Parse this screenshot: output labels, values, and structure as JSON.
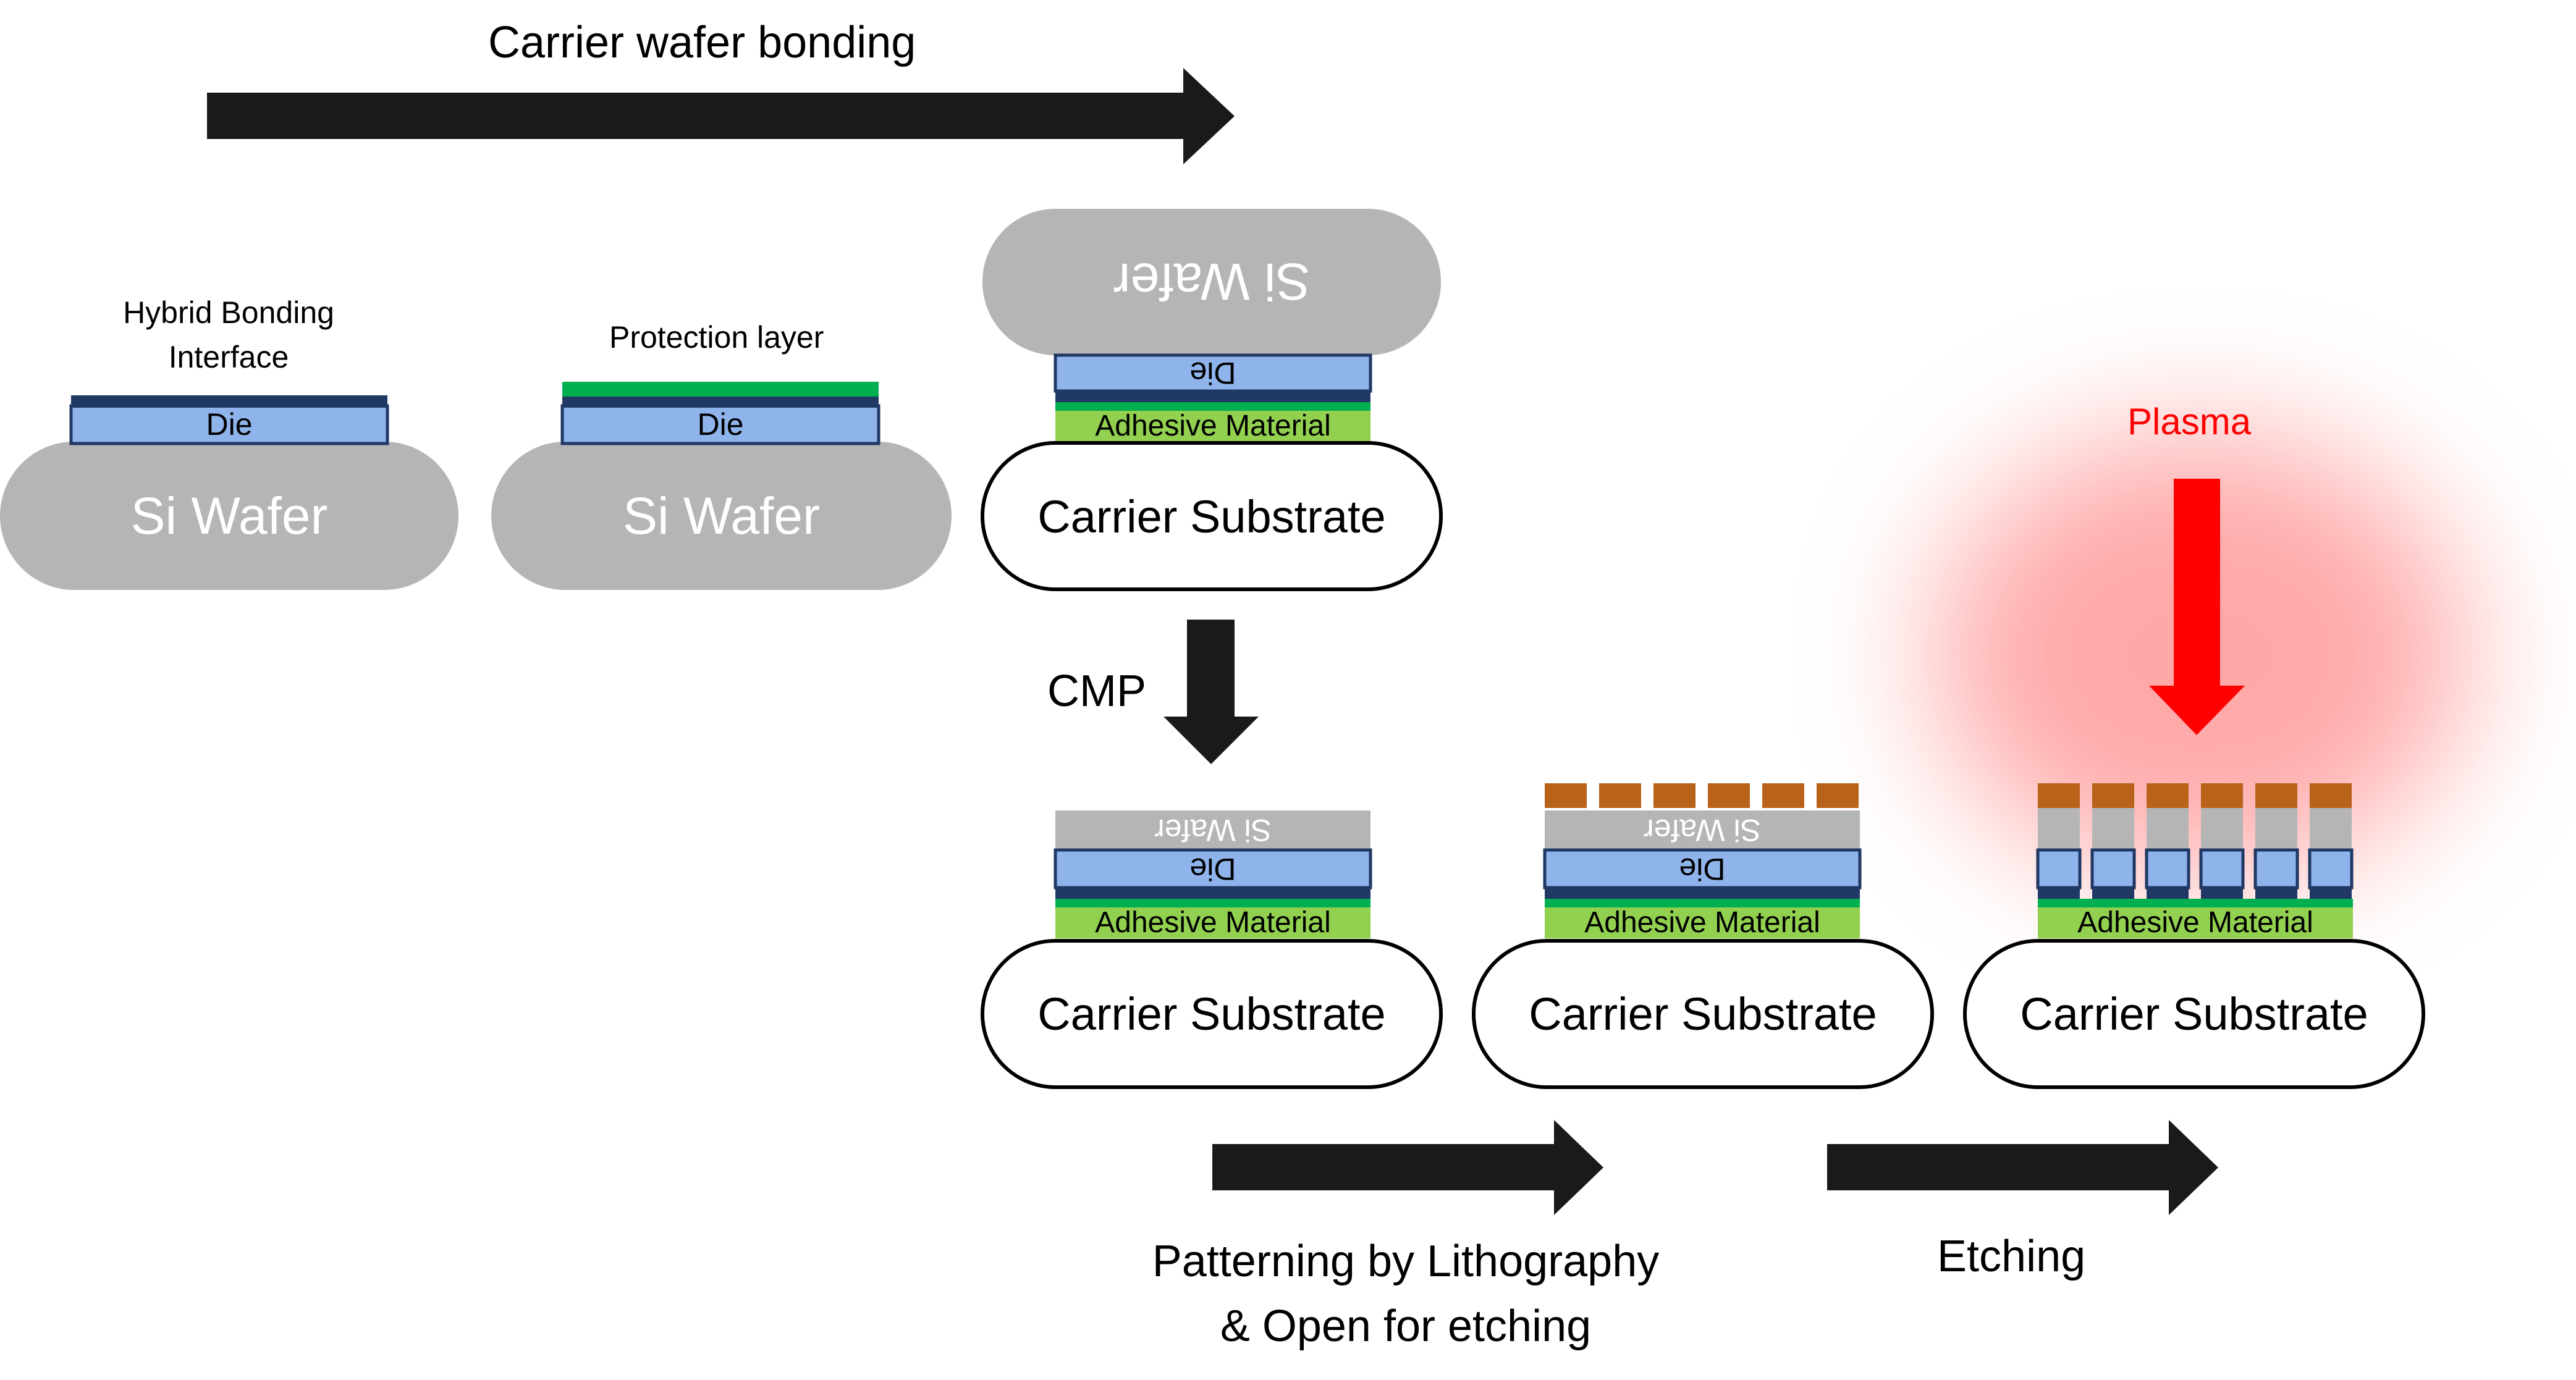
{
  "labels": {
    "carrier_bonding": "Carrier wafer bonding",
    "hybrid_bonding_line1": "Hybrid Bonding",
    "hybrid_bonding_line2": "Interface",
    "protection_layer": "Protection layer",
    "cmp": "CMP",
    "plasma": "Plasma",
    "patterning_line1": "Patterning  by Lithography",
    "patterning_line2": "& Open for etching",
    "etching": "Etching"
  },
  "materials": {
    "si_wafer": "Si Wafer",
    "die": "Die",
    "adhesive": "Adhesive Material",
    "carrier": "Carrier Substrate"
  },
  "colors": {
    "si_wafer": "#b5b5b5",
    "die": "#8fb4ec",
    "die_border": "#1f3864",
    "interface": "#1f3864",
    "protection": "#00b050",
    "adhesive": "#92d050",
    "photoresist": "#b8621a",
    "arrow": "#1a1a1a",
    "plasma": "#ff0000"
  }
}
